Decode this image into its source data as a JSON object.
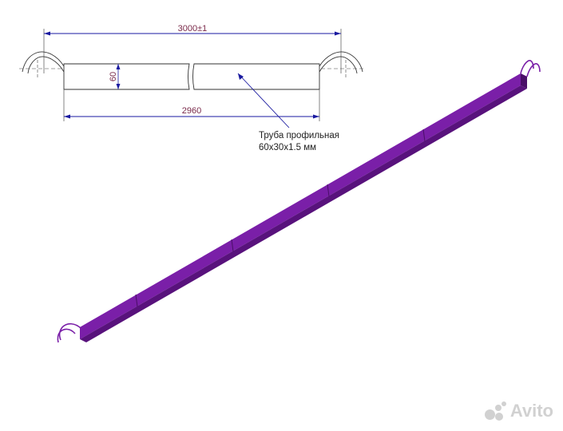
{
  "drawing": {
    "overall_length_label": "3000±1",
    "tube_length_label": "2960",
    "tube_height_label": "60",
    "callout_line1": "Труба профильная",
    "callout_line2": "60x30x1.5  мм"
  },
  "colors": {
    "beam": "#7a1fa8",
    "beam_top": "#9438c6",
    "beam_dark": "#58127c",
    "dimension": "#1a1aa0",
    "dim_text": "#7a2a4a",
    "outline": "#333333"
  },
  "watermark": {
    "text": "Avito",
    "logo": "avito-logo-icon"
  }
}
